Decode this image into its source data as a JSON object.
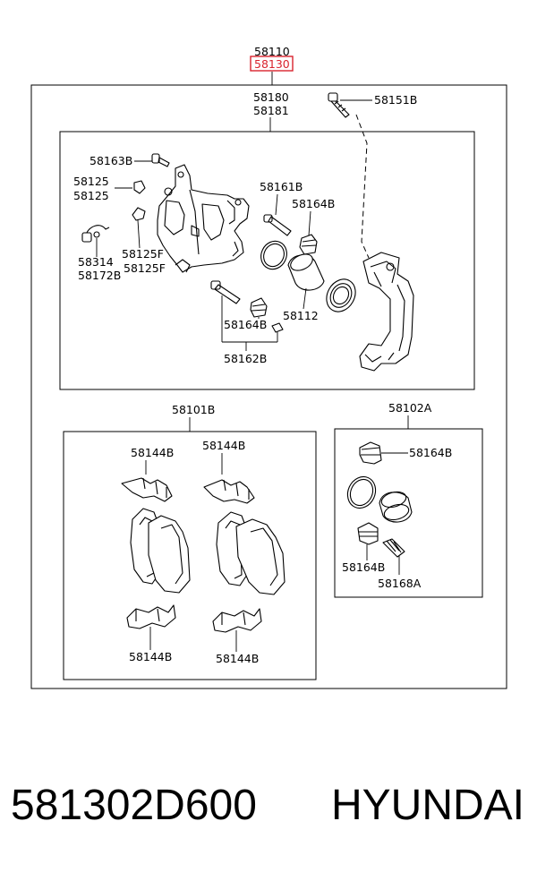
{
  "labels": {
    "top_assembly": "58110",
    "top_highlight": "58130",
    "caliper_assy_1": "58180",
    "caliper_assy_2": "58181",
    "bolt": "58151B",
    "bleeder": "58163B",
    "cap_1": "58125",
    "cap_2": "58125",
    "sensor_1": "58314",
    "sensor_2": "58172B",
    "cap_f_1": "58125F",
    "cap_f_2": "58125F",
    "guide_pin_top": "58161B",
    "boot_top": "58164B",
    "piston": "58112",
    "boot_mid": "58164B",
    "guide_pin_kit": "58162B",
    "pad_kit": "58101B",
    "clip_tl": "58144B",
    "clip_tr": "58144B",
    "clip_bl": "58144B",
    "clip_br": "58144B",
    "seal_kit": "58102A",
    "seal_boot_1": "58164B",
    "seal_boot_2": "58164B",
    "spring": "58168A"
  },
  "caption": {
    "part_number": "581302D600",
    "brand": "HYUNDAI"
  },
  "colors": {
    "highlight": "#d9232e",
    "line": "#000000"
  }
}
